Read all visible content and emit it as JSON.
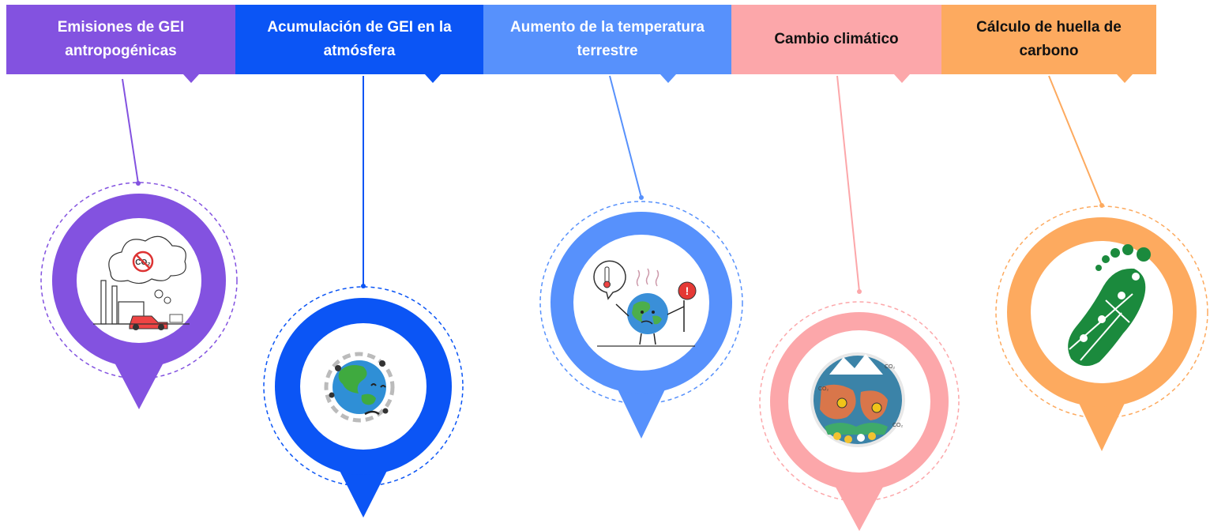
{
  "steps": [
    {
      "label": "Emisiones de GEI antropogénicas",
      "color": "#8352e0",
      "icon": "factory-pollution-icon"
    },
    {
      "label": "Acumulación de GEI en la atmósfera",
      "color": "#0b55f5",
      "icon": "polluted-earth-icon"
    },
    {
      "label": "Aumento de la temperatura terrestre",
      "color": "#5791fc",
      "icon": "hot-earth-icon"
    },
    {
      "label": "Cambio climático",
      "color": "#fca7aa",
      "icon": "climate-change-earth-icon"
    },
    {
      "label": "Cálculo de huella de carbono",
      "color": "#fdaa5f",
      "icon": "green-footprint-icon"
    }
  ]
}
